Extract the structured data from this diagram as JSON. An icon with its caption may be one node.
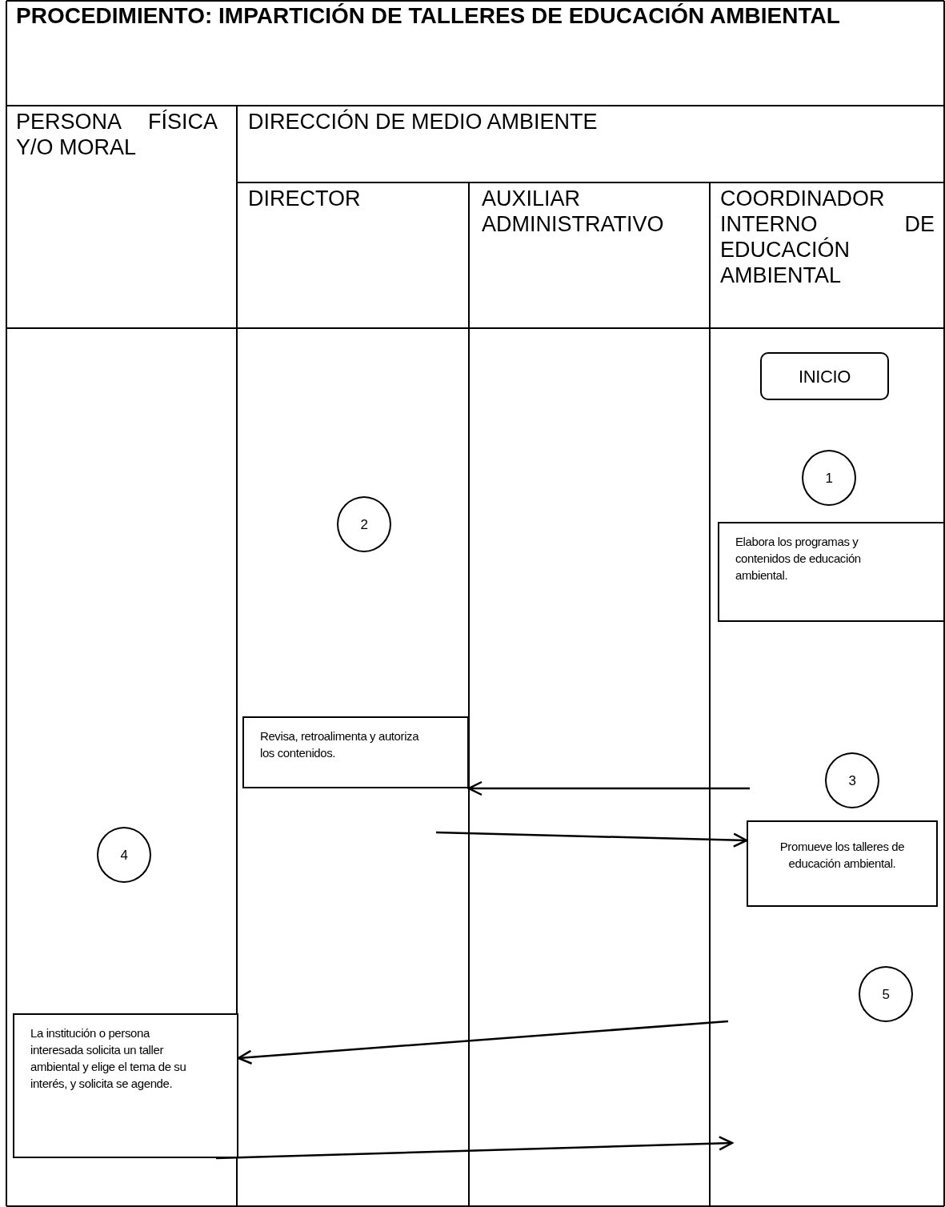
{
  "diagram": {
    "title": "PROCEDIMIENTO: IMPARTICIÓN DE TALLERES DE EDUCACIÓN AMBIENTAL",
    "nodes": [
      {
        "text": [
          "INICIO"
        ]
      },
      {
        "text": [
          "1"
        ]
      },
      {
        "text": [
          "2"
        ]
      },
      {
        "text": [
          "Elabora los programas y contenidos de educación ambiental."
        ]
      },
      {
        "text": [
          "Revisa, retroalimenta y autoriza los contenidos."
        ]
      },
      {
        "text": [
          "3"
        ]
      },
      {
        "text": [
          "4"
        ]
      },
      {
        "text": [
          "Promueve los talleres de educación ambiental."
        ]
      },
      {
        "text": [
          "La institución o persona interesada solicita un taller ambiental y elige el tema de su interés, y solicita se agende."
        ]
      },
      {
        "text": [
          "5"
        ]
      }
    ],
    "edges": [
      {
        "from": null,
        "to": 4,
        "arrow": "to"
      },
      {
        "from": null,
        "to": 7,
        "arrow": "to"
      },
      {
        "from": null,
        "to": 8,
        "arrow": "to"
      },
      {
        "from": 8,
        "to": null,
        "arrow": "to"
      }
    ],
    "labels": [
      "PERSONA FÍSICA Y/O MORAL",
      "DIRECCIÓN DE MEDIO AMBIENTE",
      "DIRECTOR",
      "AUXILIAR ADMINISTRATIVO",
      "COORDINADOR INTERNO DE EDUCACIÓN AMBIENTAL"
    ]
  }
}
